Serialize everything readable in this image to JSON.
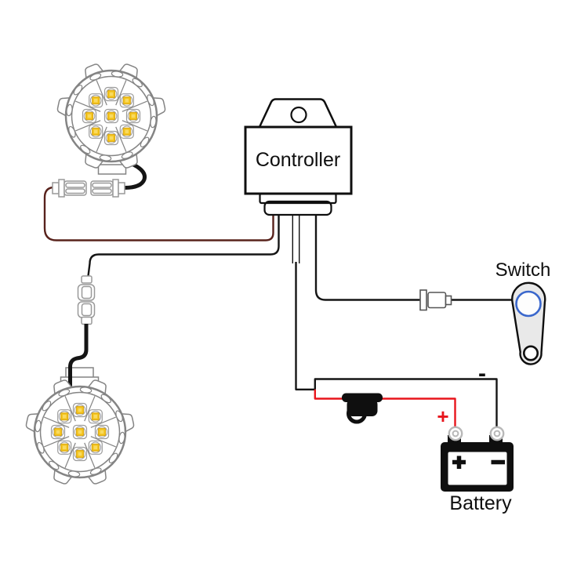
{
  "diagram": {
    "type": "wiring-diagram",
    "labels": {
      "controller": "Controller",
      "switch": "Switch",
      "battery": "Battery",
      "battery_positive": "+",
      "battery_negative": "-"
    },
    "colors": {
      "wire-black": "#151515",
      "wire-red": "#e8151c",
      "wire-darkred": "#58221c",
      "fixture": "#848484",
      "led-outline": "#9a9a9a",
      "led-yellow": "#f3c31d",
      "led-yellow-light": "#f9da60",
      "led-yellow-dark": "#d8a513",
      "switch-fill": "#e9e9e9",
      "switch-blue": "#3a67cc",
      "connector": "#999999",
      "connector-dark": "#555555",
      "ring-terminal": "#b8b8b8",
      "ink": "#0f0f0f"
    },
    "components": [
      {
        "name": "led-work-light-top",
        "type": "round LED work light",
        "leds": 9
      },
      {
        "name": "led-work-light-bottom",
        "type": "round LED work light",
        "leds": 9
      },
      {
        "name": "controller",
        "label": "Controller"
      },
      {
        "name": "switch",
        "label": "Switch"
      },
      {
        "name": "fuse-holder",
        "type": "inline fuse holder"
      },
      {
        "name": "battery",
        "label": "Battery",
        "terminals": [
          "+",
          "-"
        ]
      },
      {
        "name": "connector-pair-top-light",
        "type": "quick-disconnect connector pair"
      },
      {
        "name": "connector-bottom-light",
        "type": "inline barrel connector"
      },
      {
        "name": "connector-switch",
        "type": "inline connector"
      }
    ],
    "wires": [
      {
        "from": "led-work-light-top",
        "to": "controller",
        "color": "dark-red"
      },
      {
        "from": "led-work-light-bottom",
        "to": "controller",
        "color": "black"
      },
      {
        "from": "controller",
        "to": "switch",
        "color": "black"
      },
      {
        "from": "controller",
        "to": "battery-negative",
        "color": "black"
      },
      {
        "from": "controller",
        "to": "battery-positive",
        "color": "red",
        "through": "fuse-holder"
      }
    ]
  }
}
